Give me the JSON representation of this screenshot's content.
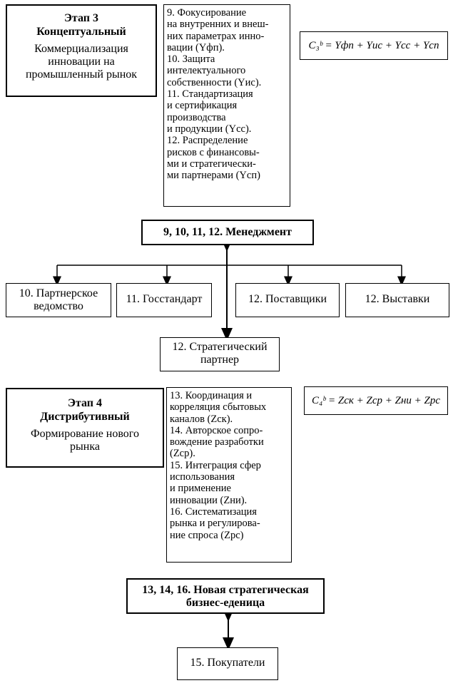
{
  "stage3": {
    "title_line1": "Этап 3",
    "title_line2": "Концептуальный",
    "subtitle": "Коммерциализация инновации на промышленный рынок",
    "items": [
      "9. Фокусирование\nна внутренних и внеш-\nних параметрах инно-\nвации (Yфп).",
      "10. Защита интелектуального собственности (Yис).",
      "11. Стандартизация\nи сертификация\nпроизводства\nи продукции (Yсс).",
      "12. Распределение\nрисков с финансовы-\nми и стратегически-\nми партнерами (Yсп)"
    ],
    "formula": "C₃ᵇ = Yфп + Yис + Yсс + Yсп"
  },
  "management": {
    "label": "9, 10, 11,  12. Менеджмент"
  },
  "partners": [
    "10. Партнерское ведомство",
    "11. Госстандарт",
    "12. Поставщики",
    "12. Выставки"
  ],
  "strategic_partner": "12. Стратегический партнер",
  "stage4": {
    "title_line1": "Этап 4",
    "title_line2": "Дистрибутивный",
    "subtitle": "Формирование нового рынка",
    "items": [
      "13. Координация и\nкорреляция сбытовых\nканалов (Zск).",
      "14. Авторское сопро-\nвождение разработки\n(Zср).",
      "15. Интеграция сфер\nиспользования\nи применение\nинновации (Zни).",
      "16. Систематизация\nрынка и регулирова-\nние спроса (Zрс)"
    ],
    "formula": "C₄ᵇ = Zск + Zср + Zни + Zрс"
  },
  "business_unit": {
    "line1": "13, 14, 16. Новая стратегическая",
    "line2": "бизнес-еденица"
  },
  "buyers": "15. Покупатели"
}
